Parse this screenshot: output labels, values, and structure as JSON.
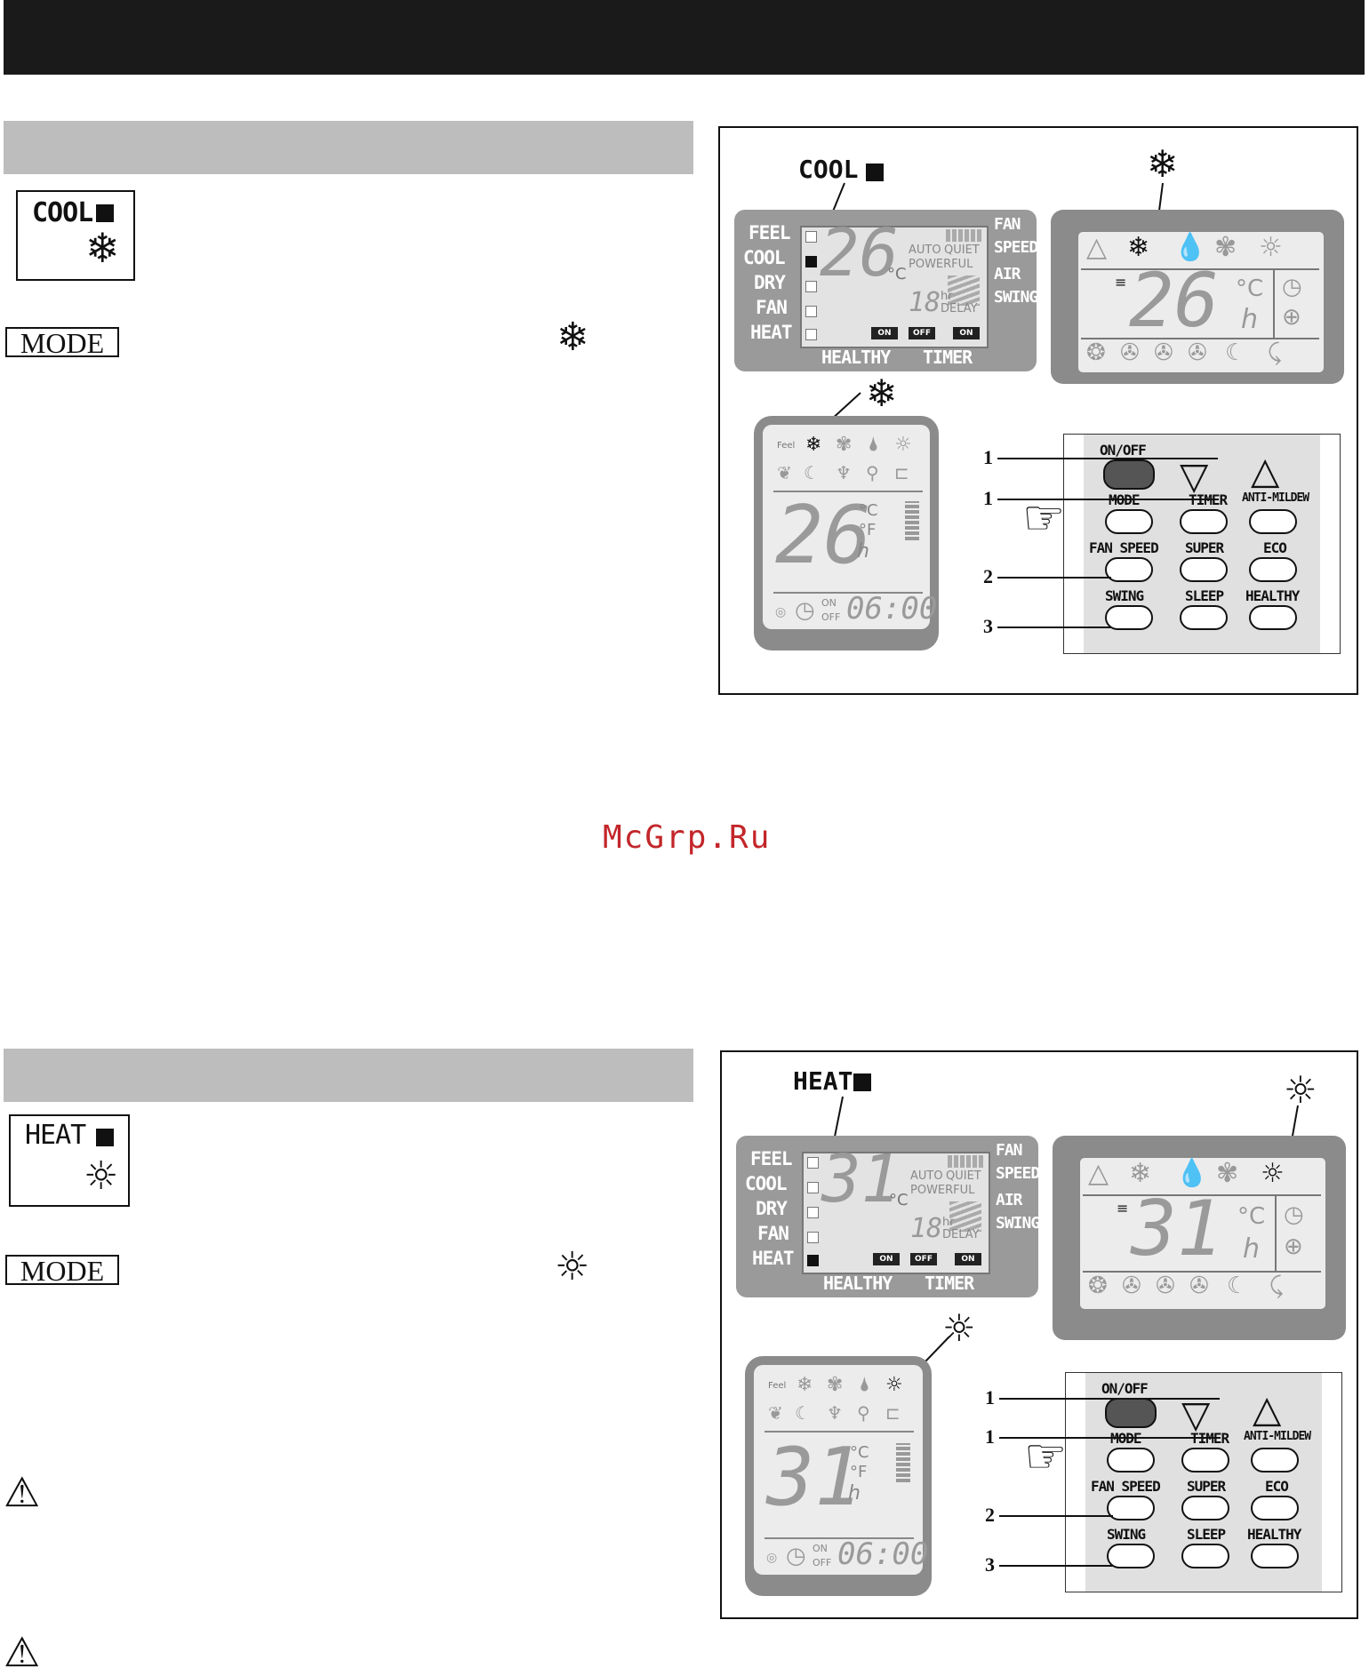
{
  "watermark": "McGrp.Ru",
  "cool_section": {
    "indicator": {
      "label": "COOL",
      "icon": "snowflake-icon"
    },
    "mode_button": "MODE",
    "figure": {
      "callout_label": "COOL",
      "display_a": {
        "mode_labels": [
          "FEEL",
          "COOL",
          "DRY",
          "FAN",
          "HEAT"
        ],
        "active_mode": "COOL",
        "temp": "26",
        "unit": "°C",
        "timer_value": "18",
        "auto": "AUTO",
        "quiet": "QUIET",
        "powerful": "POWERFUL",
        "hr": "hr",
        "delay": "DELAY",
        "on": "ON",
        "off": "OFF",
        "fan_speed": [
          "FAN",
          "SPEED"
        ],
        "air_swing": [
          "AIR",
          "SWING"
        ],
        "healthy": "HEALTHY",
        "timer": "TIMER"
      },
      "display_b": {
        "temp": "26",
        "unit_c": "°C",
        "unit_h": "h"
      },
      "display_c": {
        "temp": "26",
        "unit_c": "°C",
        "unit_f": "°F",
        "unit_h": "h",
        "on": "ON",
        "off": "OFF",
        "clock": "06:00",
        "feel": "Feel"
      }
    }
  },
  "heat_section": {
    "indicator": {
      "label": "HEAT",
      "icon": "sun-icon"
    },
    "mode_button": "MODE",
    "figure": {
      "callout_label": "HEAT",
      "display_a": {
        "mode_labels": [
          "FEEL",
          "COOL",
          "DRY",
          "FAN",
          "HEAT"
        ],
        "active_mode": "HEAT",
        "temp": "31",
        "unit": "°C",
        "timer_value": "18",
        "auto": "AUTO",
        "quiet": "QUIET",
        "powerful": "POWERFUL",
        "hr": "hr",
        "delay": "DELAY",
        "on": "ON",
        "off": "OFF",
        "fan_speed": [
          "FAN",
          "SPEED"
        ],
        "air_swing": [
          "AIR",
          "SWING"
        ],
        "healthy": "HEALTHY",
        "timer": "TIMER"
      },
      "display_b": {
        "temp": "31",
        "unit_c": "°C",
        "unit_h": "h"
      },
      "display_c": {
        "temp": "31",
        "unit_c": "°C",
        "unit_f": "°F",
        "unit_h": "h",
        "on": "ON",
        "off": "OFF",
        "clock": "06:00",
        "feel": "Feel"
      }
    }
  },
  "remote": {
    "buttons": [
      "ON/OFF",
      "MODE",
      "TIMER",
      "ANTI-MILDEW",
      "FAN SPEED",
      "SUPER",
      "ECO",
      "SWING",
      "SLEEP",
      "HEALTHY"
    ],
    "callout_numbers": [
      "1",
      "1",
      "2",
      "3"
    ]
  }
}
